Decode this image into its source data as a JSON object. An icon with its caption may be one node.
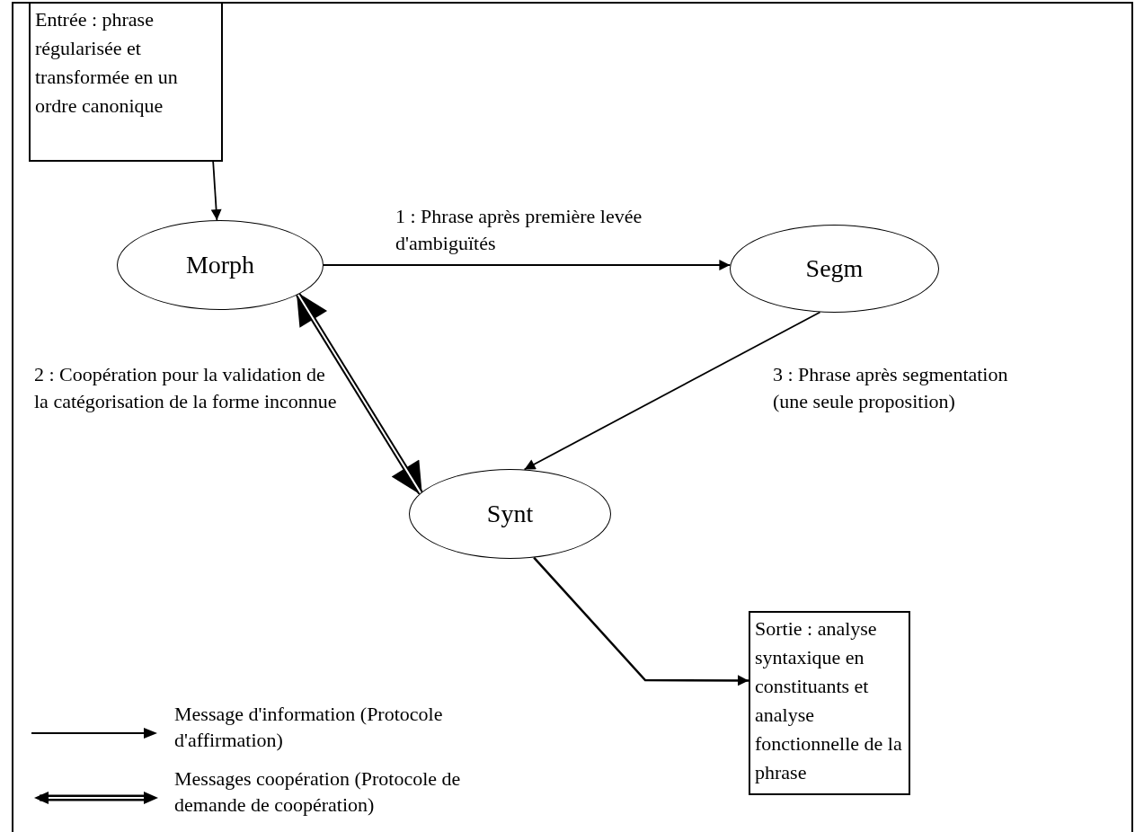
{
  "diagram": {
    "nodes": [
      {
        "text": [
          "Entrée : phrase régularisée et transformée en un ordre canonique"
        ]
      },
      {
        "text": [
          "Morph"
        ]
      },
      {
        "text": [
          "Segm"
        ]
      },
      {
        "text": [
          "Synt"
        ]
      },
      {
        "text": [
          "Sortie : analyse syntaxique en constituants et analyse fonctionnelle de la phrase"
        ]
      }
    ],
    "edges": [
      {
        "from": 0,
        "to": 1,
        "arrow": "to"
      },
      {
        "from": 1,
        "to": 2,
        "arrow": "to",
        "label": "1 : Phrase après première levée d'ambiguïtés"
      },
      {
        "from": 1,
        "to": 3,
        "arrow": "both",
        "style": "thick",
        "label": "2 : Coopération pour la validation de la catégorisation de la forme inconnue"
      },
      {
        "from": 2,
        "to": 3,
        "arrow": "to",
        "label": "3 : Phrase après segmentation (une seule proposition)"
      },
      {
        "from": 3,
        "to": 4,
        "arrow": "to"
      }
    ],
    "legend": [
      {
        "text": "Message d'information (Protocole d'affirmation)"
      },
      {
        "text": "Messages coopération (Protocole de demande de coopération)"
      }
    ]
  }
}
